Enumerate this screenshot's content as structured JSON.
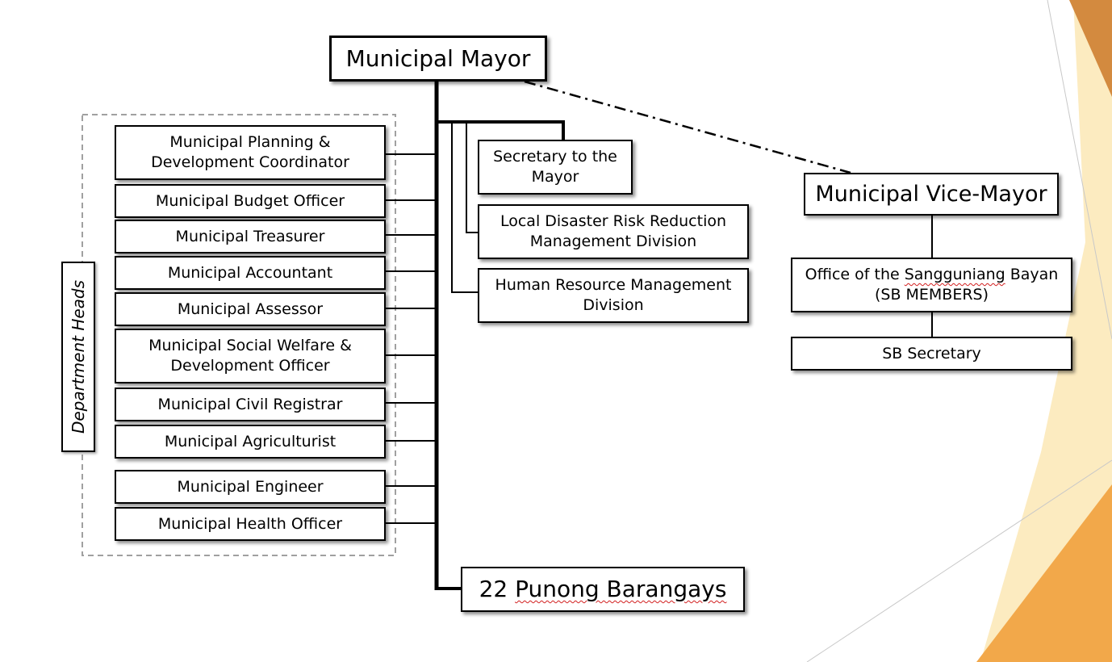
{
  "colors": {
    "accent_dark": "#d38a3f",
    "accent_orange": "#f2a84a",
    "accent_light": "#fbe8b5",
    "dashed_border": "#a0a0a0"
  },
  "mayor": {
    "label": "Municipal Mayor"
  },
  "department_heads_label": "Department Heads",
  "department_heads": [
    "Municipal Planning & Development Coordinator",
    "Municipal Budget Officer",
    "Municipal Treasurer",
    "Municipal Accountant",
    "Municipal Assessor",
    "Municipal Social Welfare & Development Officer",
    "Municipal Civil Registrar",
    "Municipal Agriculturist",
    "Municipal Engineer",
    "Municipal Health Officer"
  ],
  "staff_offices": [
    "Secretary to the Mayor",
    "Local Disaster Risk Reduction Management Division",
    "Human Resource Management Division"
  ],
  "barangays": {
    "count": "22",
    "label": "Punong Barangays"
  },
  "vice_mayor": {
    "label": "Municipal Vice-Mayor"
  },
  "sangguniang": {
    "line1_prefix": "Office of the ",
    "line1_term": "Sangguniang",
    "line1_suffix": " Bayan",
    "line2": "(SB MEMBERS)"
  },
  "sb_secretary": {
    "label": "SB Secretary"
  }
}
